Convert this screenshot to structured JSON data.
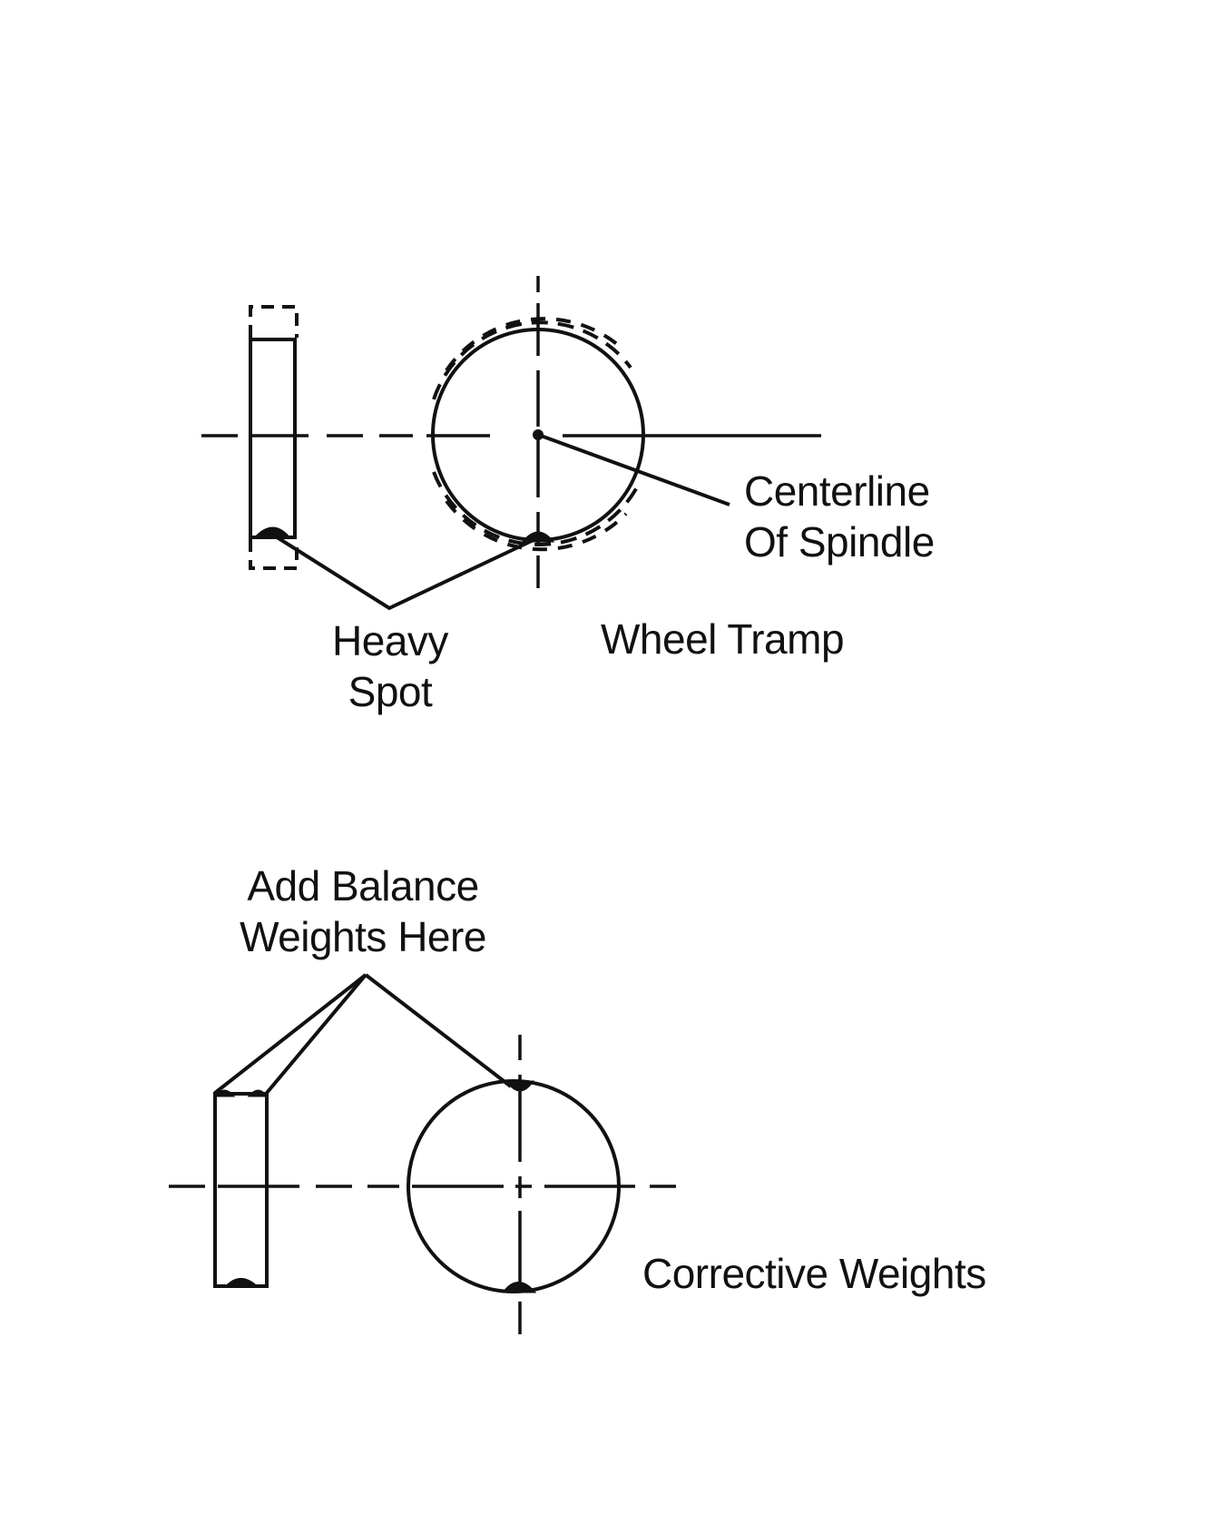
{
  "top": {
    "centerline_line1": "Centerline",
    "centerline_line2": "Of Spindle",
    "heavy_line1": "Heavy",
    "heavy_line2": "Spot",
    "tramp": "Wheel Tramp"
  },
  "bottom": {
    "add_line1": "Add Balance",
    "add_line2": "Weights Here",
    "corrective": "Corrective Weights"
  },
  "colors": {
    "ink": "#111111",
    "paper": "#ffffff"
  }
}
